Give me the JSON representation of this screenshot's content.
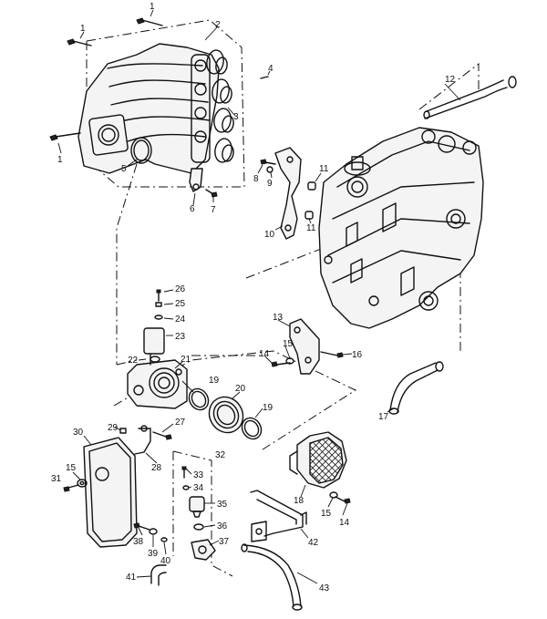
{
  "callouts": [
    {
      "id": "c1a",
      "label": "1"
    },
    {
      "id": "c1b",
      "label": "1"
    },
    {
      "id": "c1c",
      "label": "1"
    },
    {
      "id": "c2",
      "label": "2"
    },
    {
      "id": "c3",
      "label": "3"
    },
    {
      "id": "c4",
      "label": "4"
    },
    {
      "id": "c5",
      "label": "5"
    },
    {
      "id": "c6",
      "label": "6"
    },
    {
      "id": "c7",
      "label": "7"
    },
    {
      "id": "c8",
      "label": "8"
    },
    {
      "id": "c9",
      "label": "9"
    },
    {
      "id": "c10",
      "label": "10"
    },
    {
      "id": "c11a",
      "label": "11"
    },
    {
      "id": "c11b",
      "label": "11"
    },
    {
      "id": "c12",
      "label": "12"
    },
    {
      "id": "c13",
      "label": "13"
    },
    {
      "id": "c14a",
      "label": "14"
    },
    {
      "id": "c14b",
      "label": "14"
    },
    {
      "id": "c15a",
      "label": "15"
    },
    {
      "id": "c15b",
      "label": "15"
    },
    {
      "id": "c15c",
      "label": "15"
    },
    {
      "id": "c16",
      "label": "16"
    },
    {
      "id": "c17",
      "label": "17"
    },
    {
      "id": "c18",
      "label": "18"
    },
    {
      "id": "c19a",
      "label": "19"
    },
    {
      "id": "c19b",
      "label": "19"
    },
    {
      "id": "c20",
      "label": "20"
    },
    {
      "id": "c21",
      "label": "21"
    },
    {
      "id": "c22",
      "label": "22"
    },
    {
      "id": "c23",
      "label": "23"
    },
    {
      "id": "c24",
      "label": "24"
    },
    {
      "id": "c25",
      "label": "25"
    },
    {
      "id": "c26",
      "label": "26"
    },
    {
      "id": "c27",
      "label": "27"
    },
    {
      "id": "c28",
      "label": "28"
    },
    {
      "id": "c29",
      "label": "29"
    },
    {
      "id": "c30",
      "label": "30"
    },
    {
      "id": "c31",
      "label": "31"
    },
    {
      "id": "c32",
      "label": "32"
    },
    {
      "id": "c33",
      "label": "33"
    },
    {
      "id": "c34",
      "label": "34"
    },
    {
      "id": "c35",
      "label": "35"
    },
    {
      "id": "c36",
      "label": "36"
    },
    {
      "id": "c37",
      "label": "37"
    },
    {
      "id": "c38",
      "label": "38"
    },
    {
      "id": "c39",
      "label": "39"
    },
    {
      "id": "c40",
      "label": "40"
    },
    {
      "id": "c41",
      "label": "41"
    },
    {
      "id": "c42",
      "label": "42"
    },
    {
      "id": "c43",
      "label": "43"
    }
  ]
}
